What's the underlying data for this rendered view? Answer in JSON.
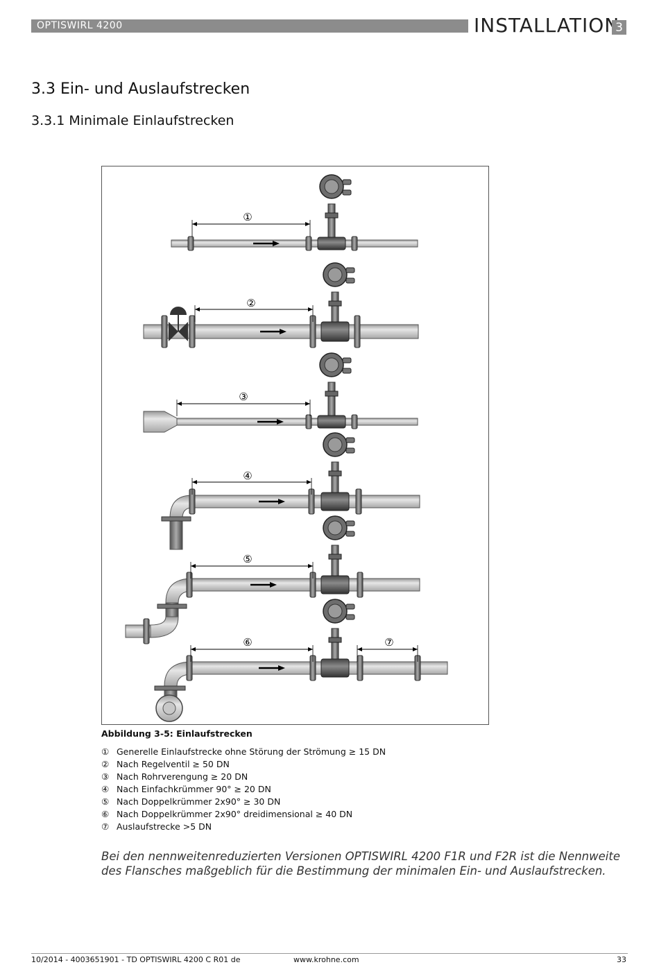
{
  "header": {
    "product": "OPTISWIRL 4200",
    "section": "INSTALLATION",
    "section_number": "3"
  },
  "headings": {
    "h1": "3.3  Ein- und Auslaufstrecken",
    "h2": "3.3.1  Minimale Einlaufstrecken"
  },
  "figure": {
    "markers": [
      "①",
      "②",
      "③",
      "④",
      "⑤",
      "⑥",
      "⑦"
    ],
    "caption": "Abbildung 3-5: Einlaufstrecken"
  },
  "legend": [
    {
      "num": "①",
      "text": "Generelle Einlaufstrecke ohne Störung der Strömung ≥ 15 DN"
    },
    {
      "num": "②",
      "text": "Nach Regelventil ≥ 50 DN"
    },
    {
      "num": "③",
      "text": "Nach Rohrverengung ≥ 20 DN"
    },
    {
      "num": "④",
      "text": "Nach Einfachkrümmer 90° ≥ 20 DN"
    },
    {
      "num": "⑤",
      "text": "Nach Doppelkrümmer 2x90° ≥ 30 DN"
    },
    {
      "num": "⑥",
      "text": "Nach Doppelkrümmer 2x90° dreidimensional ≥ 40 DN"
    },
    {
      "num": "⑦",
      "text": "Auslaufstrecke >5 DN"
    }
  ],
  "note": "Bei den nennweitenreduzierten Versionen OPTISWIRL 4200 F1R und F2R ist die Nennweite des Flansches maßgeblich für die Bestimmung der minimalen Ein- und Auslaufstrecken.",
  "footer": {
    "left": "10/2014 - 4003651901 - TD OPTISWIRL 4200 C R01 de",
    "center": "www.krohne.com",
    "right": "33"
  }
}
